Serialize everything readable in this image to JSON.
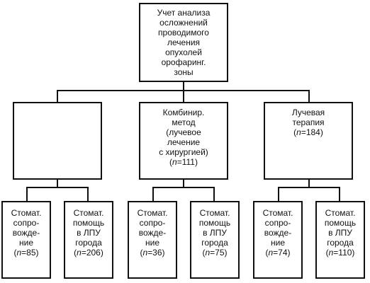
{
  "root": {
    "lines": [
      "Учет анализа",
      "осложнений",
      "проводимого",
      "лечения",
      "опухолей",
      "орофаринг.",
      "зоны"
    ]
  },
  "middle": [
    {
      "lines": []
    },
    {
      "lines": [
        "Комбинир.",
        "метод",
        "(лучевое",
        "лечение",
        "с хирургией)"
      ],
      "n_value": "111"
    },
    {
      "lines": [
        "Лучевая",
        "терапия"
      ],
      "n_value": "184"
    }
  ],
  "leaves": [
    {
      "lines": [
        "Стомат.",
        "сопро-",
        "вожде-",
        "ние"
      ],
      "n_value": "85"
    },
    {
      "lines": [
        "Стомат.",
        "помощь",
        "в ЛПУ",
        "города"
      ],
      "n_value": "206"
    },
    {
      "lines": [
        "Стомат.",
        "сопро-",
        "вожде-",
        "ние"
      ],
      "n_value": "36"
    },
    {
      "lines": [
        "Стомат.",
        "помощь",
        "в ЛПУ",
        "города"
      ],
      "n_value": "75"
    },
    {
      "lines": [
        "Стомат.",
        "сопро-",
        "вожде-",
        "ние"
      ],
      "n_value": "74"
    },
    {
      "lines": [
        "Стомат.",
        "помощь",
        "в ЛПУ",
        "города"
      ],
      "n_value": "110"
    }
  ],
  "n_symbol": "n"
}
